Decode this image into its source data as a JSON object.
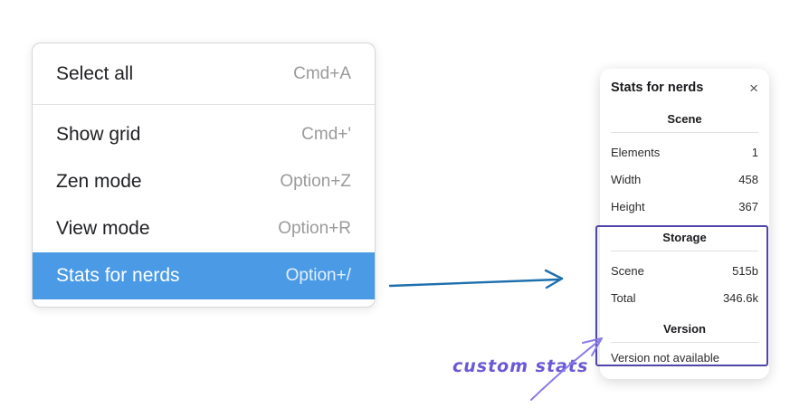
{
  "context_menu": {
    "items": [
      {
        "label": "Select all",
        "shortcut": "Cmd+A"
      },
      {
        "label": "Show grid",
        "shortcut": "Cmd+'"
      },
      {
        "label": "Zen mode",
        "shortcut": "Option+Z"
      },
      {
        "label": "View mode",
        "shortcut": "Option+R"
      },
      {
        "label": "Stats for nerds",
        "shortcut": "Option+/"
      }
    ],
    "selected_item": "Stats for nerds"
  },
  "stats_panel": {
    "title": "Stats for nerds",
    "close_icon": "×",
    "scene_section": {
      "heading": "Scene",
      "rows": [
        {
          "label": "Elements",
          "value": "1"
        },
        {
          "label": "Width",
          "value": "458"
        },
        {
          "label": "Height",
          "value": "367"
        }
      ]
    },
    "storage_section": {
      "heading": "Storage",
      "rows": [
        {
          "label": "Scene",
          "value": "515b"
        },
        {
          "label": "Total",
          "value": "346.6k"
        }
      ]
    },
    "version_section": {
      "heading": "Version",
      "note": "Version not available"
    }
  },
  "annotation": {
    "label": "custom stats"
  },
  "colors": {
    "selection_blue": "#4a9ae6",
    "arrow_blue": "#1e6fae",
    "annotation_purple": "#4e46a8",
    "sketch_purple": "#8b7be8",
    "handwriting_purple": "#6a58d6"
  }
}
